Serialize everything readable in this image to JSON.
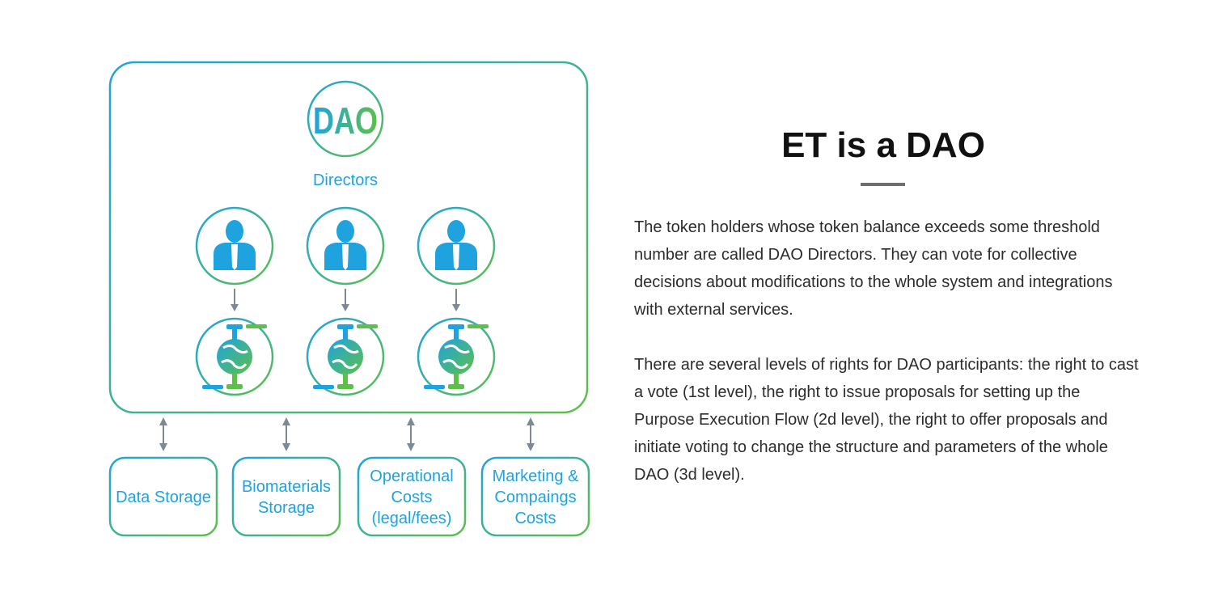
{
  "diagram": {
    "logo_text": "DAO",
    "directors_label": "Directors",
    "director_count": 3,
    "boxes": [
      {
        "lines": [
          "Data Storage"
        ]
      },
      {
        "lines": [
          "Biomaterials",
          "Storage"
        ]
      },
      {
        "lines": [
          "Operational",
          "Costs",
          "(legal/fees)"
        ]
      },
      {
        "lines": [
          "Marketing &",
          "Compaings",
          "Costs"
        ]
      }
    ],
    "colors": {
      "gradient_start": "#1fa3df",
      "gradient_end": "#5cc04a",
      "arrow": "#7d8a96"
    }
  },
  "heading": "ET is a DAO",
  "paragraphs": [
    "The token holders whose token balance exceeds some threshold number are called DAO Directors. They can vote for collective decisions about modifications to the whole system and integrations with external services.",
    "There are several levels of rights for DAO participants: the right to cast a vote (1st level), the right to issue proposals for setting up the Purpose Execution Flow (2d level), the right to offer proposals and initiate voting to change the structure and parameters of the whole DAO (3d level)."
  ]
}
